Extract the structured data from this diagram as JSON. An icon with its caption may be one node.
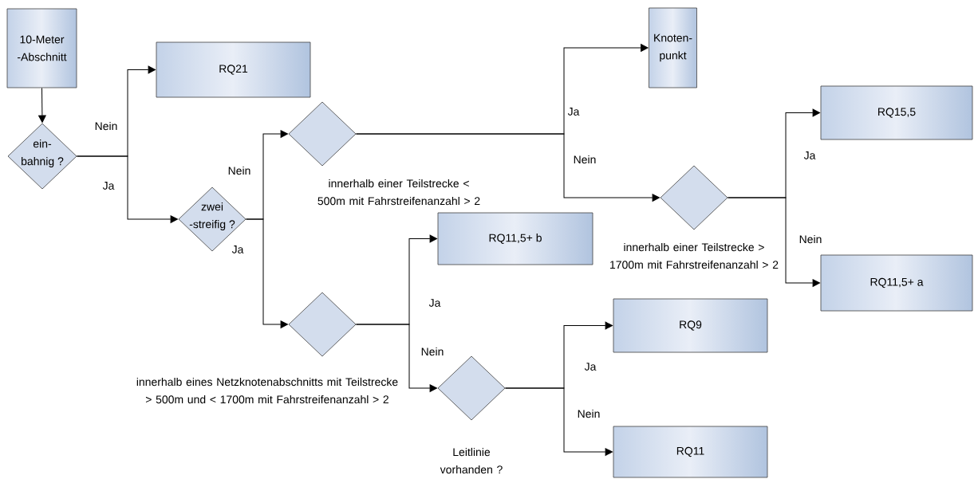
{
  "diagram": {
    "nodes": [
      {
        "text": [
          "10-Meter -Abschnitt"
        ]
      },
      {
        "text": [
          "ein- bahnig ?"
        ]
      },
      {
        "text": [
          "RQ21"
        ]
      },
      {
        "text": [
          "zwei -streifig ?"
        ]
      },
      {
        "text": [],
        "shape": "diamond",
        "beside": [
          "innerhalb einer Teilstrecke < 500m mit Fahrstreifenanzahl > 2"
        ]
      },
      {
        "text": [
          "Knoten- punkt"
        ]
      },
      {
        "text": [],
        "shape": "diamond",
        "beside": [
          "innerhalb einer Teilstrecke > 1700m mit Fahrstreifenanzahl > 2"
        ]
      },
      {
        "text": [
          "RQ15,5"
        ]
      },
      {
        "text": [],
        "shape": "diamond",
        "beside": [
          "innerhalb eines Netzknotenabschnitts mit Teilstrecke > 500m und < 1700m mit Fahrstreifenanzahl > 2"
        ]
      },
      {
        "text": [
          "RQ11,5+ b"
        ]
      },
      {
        "text": [
          "RQ11,5+ a"
        ]
      },
      {
        "text": [],
        "shape": "diamond",
        "beside": [
          "Leitlinie vorhanden ?"
        ]
      },
      {
        "text": [
          "RQ9"
        ]
      },
      {
        "text": [
          "RQ11"
        ]
      }
    ],
    "edges": [
      {
        "from": 0,
        "to": 1,
        "arrow": "to"
      },
      {
        "from": 1,
        "to": 2,
        "arrow": "to",
        "label": "Nein"
      },
      {
        "from": 1,
        "to": 3,
        "arrow": "to",
        "label": "Ja"
      },
      {
        "from": 3,
        "to": 4,
        "arrow": "to",
        "label": "Nein"
      },
      {
        "from": 3,
        "to": 8,
        "arrow": "to",
        "label": "Ja"
      },
      {
        "from": 4,
        "to": 5,
        "arrow": "to",
        "label": "Ja"
      },
      {
        "from": 4,
        "to": 6,
        "arrow": "to",
        "label": "Nein"
      },
      {
        "from": 6,
        "to": 7,
        "arrow": "to",
        "label": "Ja"
      },
      {
        "from": 6,
        "to": 10,
        "arrow": "to",
        "label": "Nein"
      },
      {
        "from": 8,
        "to": 9,
        "arrow": "to",
        "label": "Ja"
      },
      {
        "from": 8,
        "to": 11,
        "arrow": "to",
        "label": "Nein"
      },
      {
        "from": 11,
        "to": 12,
        "arrow": "to",
        "label": "Ja"
      },
      {
        "from": 11,
        "to": 13,
        "arrow": "to",
        "label": "Nein"
      }
    ]
  }
}
